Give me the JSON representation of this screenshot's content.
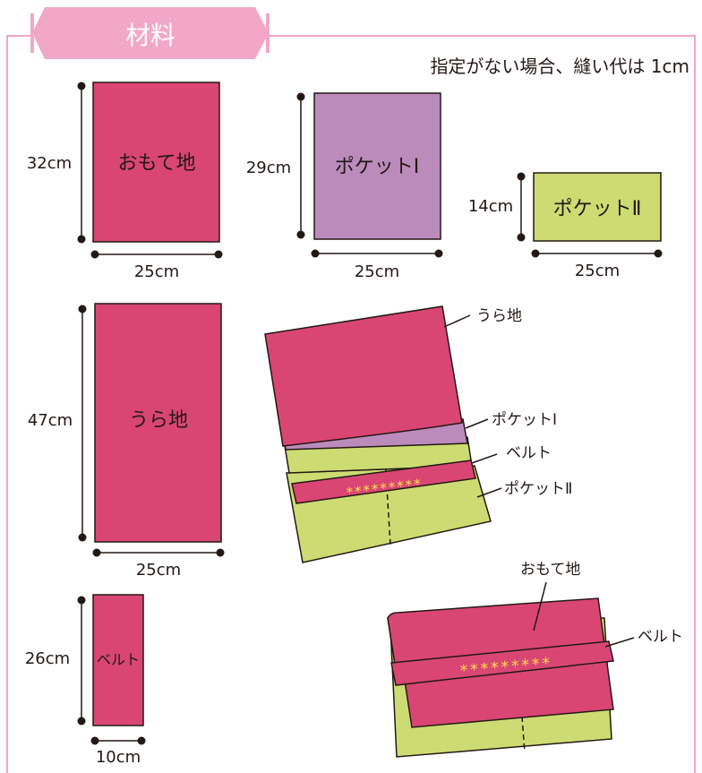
{
  "header": {
    "title": "材料"
  },
  "note": "指定がない場合、縫い代は 1cm",
  "colors": {
    "frame": "#f3a7c6",
    "header_bg": "#f3a7c6",
    "magenta": "#d94674",
    "lavender": "#bb8bbb",
    "lime": "#cddc72",
    "star": "#ffe04a",
    "outline": "#231815"
  },
  "pieces": {
    "omote": {
      "label": "おもて地",
      "height": "32cm",
      "width": "25cm"
    },
    "pocket1": {
      "label": "ポケットⅠ",
      "height": "29cm",
      "width": "25cm"
    },
    "pocket2": {
      "label": "ポケットⅡ",
      "height": "14cm",
      "width": "25cm"
    },
    "ura": {
      "label": "うら地",
      "height": "47cm",
      "width": "25cm"
    },
    "belt": {
      "label": "ベルト",
      "height": "26cm",
      "width": "10cm"
    }
  },
  "assembly_inside": {
    "ura_label": "うら地",
    "pocket1_label": "ポケットⅠ",
    "belt_label": "ベルト",
    "pocket2_label": "ポケットⅡ",
    "stars": "*********"
  },
  "assembly_outside": {
    "omote_label": "おもて地",
    "belt_label": "ベルト",
    "stars": "*********"
  }
}
